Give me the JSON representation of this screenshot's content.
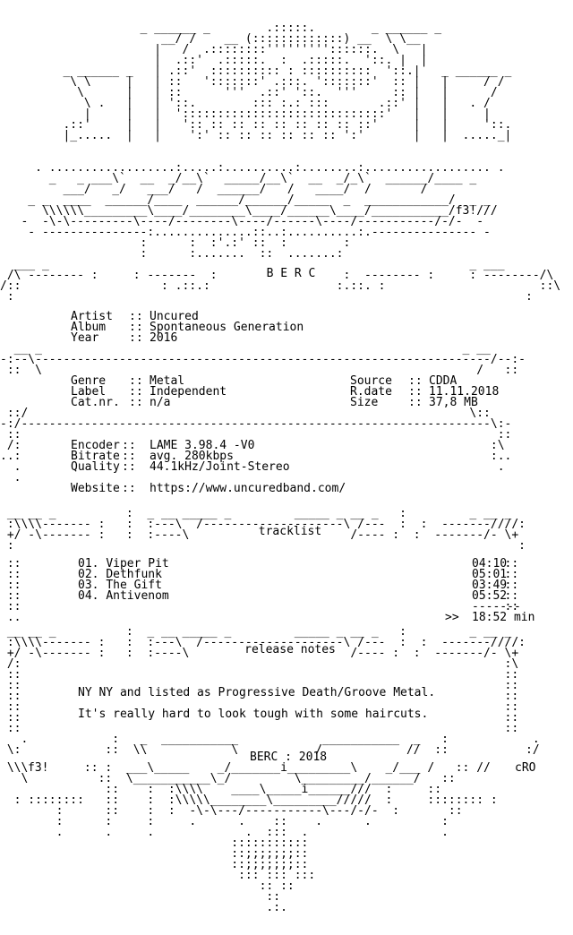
{
  "header": {
    "group_tag": "B E R C",
    "artwork_tag": "f3!"
  },
  "info": {
    "artist_label": "Artist",
    "artist": "Uncured",
    "album_label": "Album",
    "album": "Spontaneous Generation",
    "year_label": "Year",
    "year": "2016",
    "genre_label": "Genre",
    "genre": "Metal",
    "label_label": "Label",
    "label": "Independent",
    "catnr_label": "Cat.nr.",
    "catnr": "n/a",
    "source_label": "Source",
    "source": "CDDA",
    "rdate_label": "R.date",
    "rdate": "11.11.2018",
    "size_label": "Size",
    "size": "37,8 MB",
    "encoder_label": "Encoder",
    "encoder": "LAME 3.98.4 -V0",
    "bitrate_label": "Bitrate",
    "bitrate": "avg. 280kbps",
    "quality_label": "Quality",
    "quality": "44.1kHz/Joint-Stereo",
    "website_label": "Website",
    "website": "https://www.uncuredband.com/",
    "separator": "::"
  },
  "tracklist": {
    "title": "tracklist",
    "tracks": [
      {
        "num": "01.",
        "name": "Viper Pit",
        "time": "04:10"
      },
      {
        "num": "02.",
        "name": "Dethfunk",
        "time": "05:01"
      },
      {
        "num": "03.",
        "name": "The Gift",
        "time": "03:49"
      },
      {
        "num": "04.",
        "name": "Antivenom",
        "time": "05:52"
      }
    ],
    "total_marker": ">>",
    "total": "18:52 min"
  },
  "release_notes": {
    "title": "release notes",
    "lines": [
      "NY NY and listed as Progressive Death/Groove Metal.",
      "It's really hard to look tough with some haircuts."
    ]
  },
  "footer": {
    "center": "BERC : 2018",
    "left_tag": "f3!",
    "right_tag": "cRO"
  }
}
